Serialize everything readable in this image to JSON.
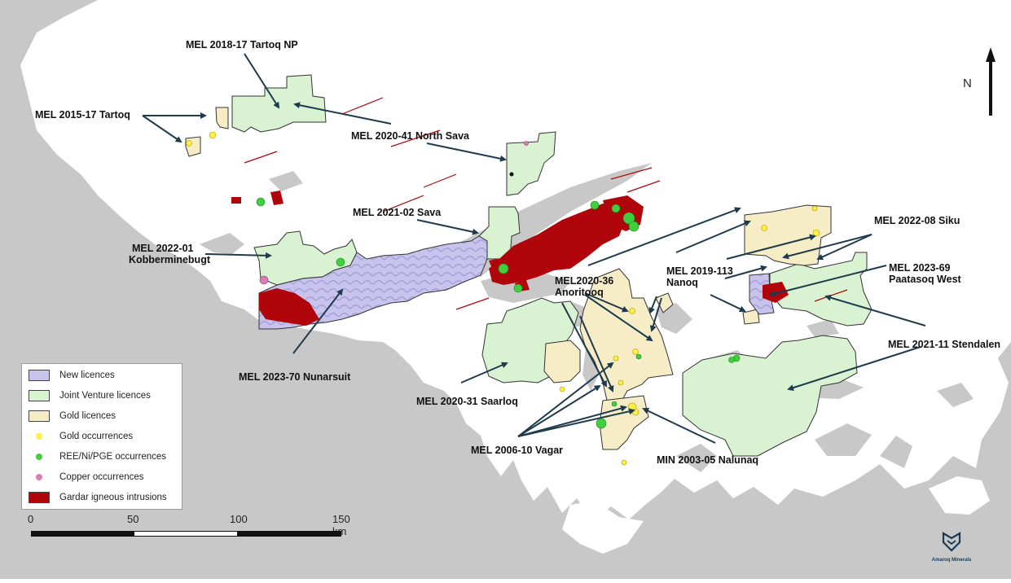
{
  "colors": {
    "sea": "#c8c8c8",
    "land": "#ffffff",
    "new_licence": "#c7c3ec",
    "new_licence_texture": "#9f98cf",
    "jv_licence": "#d9f2d2",
    "gold_licence": "#f6ecc6",
    "gold_occurrence": "#ffee44",
    "ree_occurrence": "#3fcf3f",
    "copper_occurrence": "#d97fb6",
    "gardar": "#b0050b",
    "arrow": "#1e3a4d",
    "outline": "#333333"
  },
  "labels": [
    {
      "text": "MEL 2018-17 Tartoq NP"
    },
    {
      "text": "MEL 2015-17 Tartoq"
    },
    {
      "text": "MEL 2020-41 North Sava"
    },
    {
      "text": "MEL 2021-02 Sava"
    },
    {
      "line1": "MEL 2022-01",
      "line2": "Kobberminebugt"
    },
    {
      "text": "MEL 2022-08 Siku"
    },
    {
      "line1": "MEL 2019-113",
      "line2": "Nanoq"
    },
    {
      "line1": "MEL2020-36",
      "line2": "Anoritooq"
    },
    {
      "line1": "MEL 2023-69",
      "line2": "Paatasoq West"
    },
    {
      "text": "MEL 2023-70 Nunarsuit"
    },
    {
      "text": "MEL 2021-11 Stendalen"
    },
    {
      "text": "MEL 2020-31 Saarloq"
    },
    {
      "text": "MEL 2006-10 Vagar"
    },
    {
      "text": "MIN 2003-05 Nalunaq"
    }
  ],
  "legend": {
    "items": [
      {
        "label": "New licences",
        "kind": "box",
        "color": "#c7c3ec"
      },
      {
        "label": "Joint Venture licences",
        "kind": "box",
        "color": "#d9f2d2"
      },
      {
        "label": "Gold licences",
        "kind": "box",
        "color": "#f6ecc6"
      },
      {
        "label": "Gold occurrences",
        "kind": "dot",
        "color": "#ffee44"
      },
      {
        "label": "REE/Ni/PGE occurrences",
        "kind": "dot",
        "color": "#3fcf3f"
      },
      {
        "label": "Copper occurrences",
        "kind": "dot",
        "color": "#d97fb6"
      },
      {
        "label": "Gardar igneous intrusions",
        "kind": "box",
        "color": "#b0050b"
      }
    ]
  },
  "scale": {
    "ticks": [
      "0",
      "50",
      "100",
      "150 km"
    ]
  },
  "north": {
    "label": "N"
  },
  "brand": {
    "name": "Amaroq Minerals"
  }
}
